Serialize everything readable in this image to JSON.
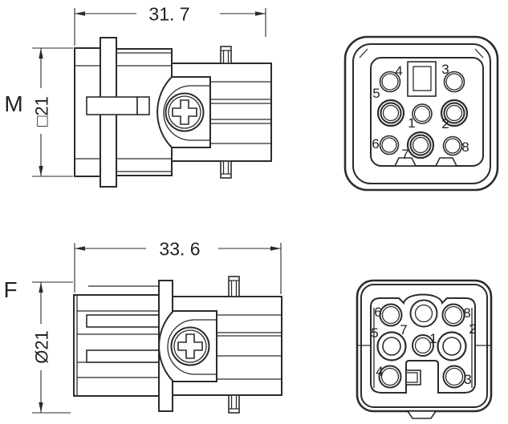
{
  "drawing": {
    "male": {
      "label": "M",
      "width_dim": "31. 7",
      "height_dim": "□21",
      "pins": [
        "4",
        "3",
        "5",
        "1",
        "2",
        "6",
        "7",
        "8"
      ]
    },
    "female": {
      "label": "F",
      "width_dim": "33. 6",
      "height_dim": "Ø21",
      "pins": [
        "6",
        "7",
        "8",
        "5",
        "1",
        "2",
        "4",
        "3"
      ]
    },
    "colors": {
      "line": "#2b2b2b",
      "text": "#222222",
      "background": "#ffffff"
    }
  }
}
